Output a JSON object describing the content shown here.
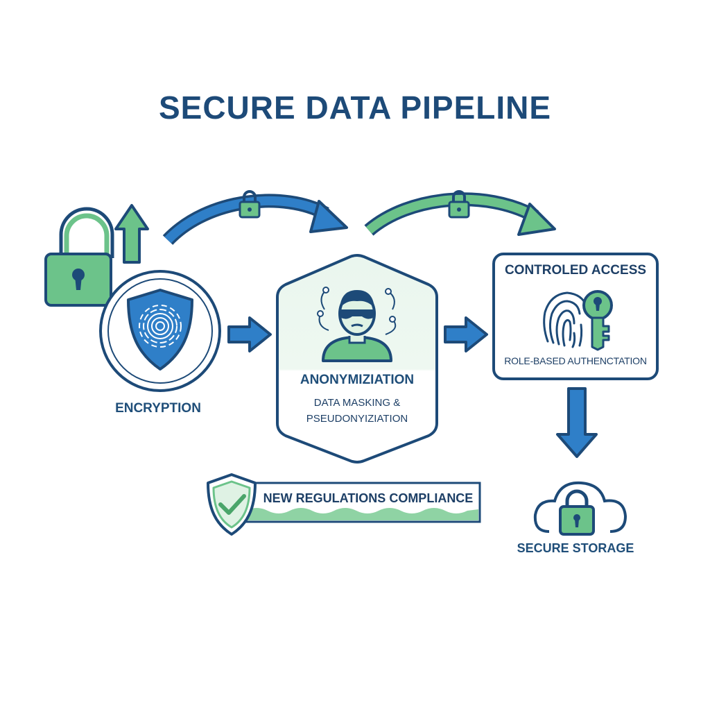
{
  "title": "SECURE DATA PIPELINE",
  "stages": {
    "encryption": {
      "label": "ENCRYPTION"
    },
    "anonymization": {
      "label": "ANONYMIZIATION",
      "sub_line1": "DATA MASKING &",
      "sub_line2": "PSEUDONYIZIATION"
    },
    "access": {
      "label": "CONTROLED ACCESS",
      "sub": "ROLE-BASED AUTHENCTATION"
    },
    "compliance": {
      "label": "NEW REGULATIONS COMPLIANCE"
    },
    "storage": {
      "label": "SECURE STORAGE"
    }
  },
  "icons": [
    "padlock-icon",
    "up-arrow-icon",
    "fingerprint-shield-icon",
    "masked-person-icon",
    "fingerprint-icon",
    "key-icon",
    "check-shield-icon",
    "cloud-lock-icon"
  ],
  "colors": {
    "navy": "#1d4a78",
    "blue": "#2f7fc8",
    "green": "#6cc38a",
    "light_green": "#dff2e4"
  }
}
